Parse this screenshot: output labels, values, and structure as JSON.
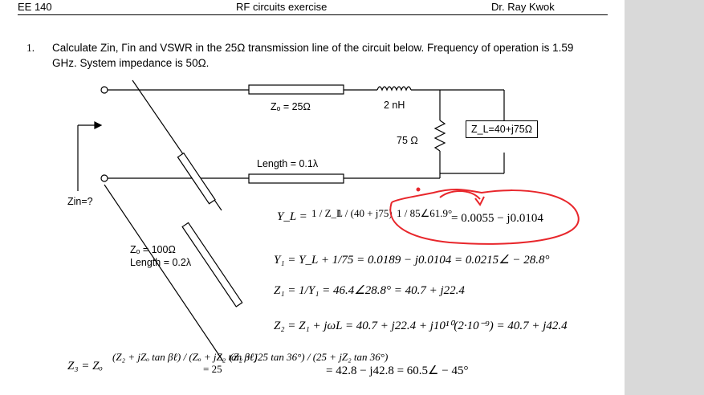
{
  "header": {
    "course": "EE 140",
    "title": "RF circuits exercise",
    "author": "Dr. Ray Kwok"
  },
  "problem": {
    "number": "1.",
    "text": "Calculate Zin, Γin and VSWR in the 25Ω transmission line of the circuit below. Frequency of operation is 1.59 GHz. System impedance is 50Ω."
  },
  "circuit": {
    "line1_z": "Zₒ = 25Ω",
    "inductor": "2 nH",
    "resistor": "75 Ω",
    "load": "Z_L=40+j75Ω",
    "line1_length": "Length = 0.1λ",
    "zin": "Zin=?",
    "stub_z": "Zₒ = 100Ω",
    "stub_length": "Length = 0.2λ"
  },
  "equations": {
    "yl_lhs": "Y_L =",
    "yl_frac1": "1 / Z_L",
    "yl_frac2": "1 / (40 + j75)",
    "yl_frac3": "1 / 85∠61.9°",
    "yl_result": "= 0.0055 − j0.0104",
    "y1": "Y₁ = Y_L + 1/75 = 0.0189 − j0.0104 = 0.0215∠ − 28.8°",
    "z1": "Z₁ = 1/Y₁ = 46.4∠28.8° = 40.7 + j22.4",
    "z2": "Z₂ = Z₁ + jωL = 40.7 + j22.4 + j10¹⁰(2·10⁻⁹) = 40.7 + j42.4",
    "z3_lhs": "Z₃ = Zₒ",
    "z3_frac": "(Z₂ + jZₒ tan βℓ) / (Zₒ + jZ₂ tan βℓ)",
    "z3_mid": "= 25",
    "z3_frac2": "(Z₂ + j25 tan 36°) / (25 + jZ₂ tan 36°)",
    "z3_result": "= 42.8 − j42.8 = 60.5∠ − 45°"
  },
  "annotation_color": "#e8262b"
}
